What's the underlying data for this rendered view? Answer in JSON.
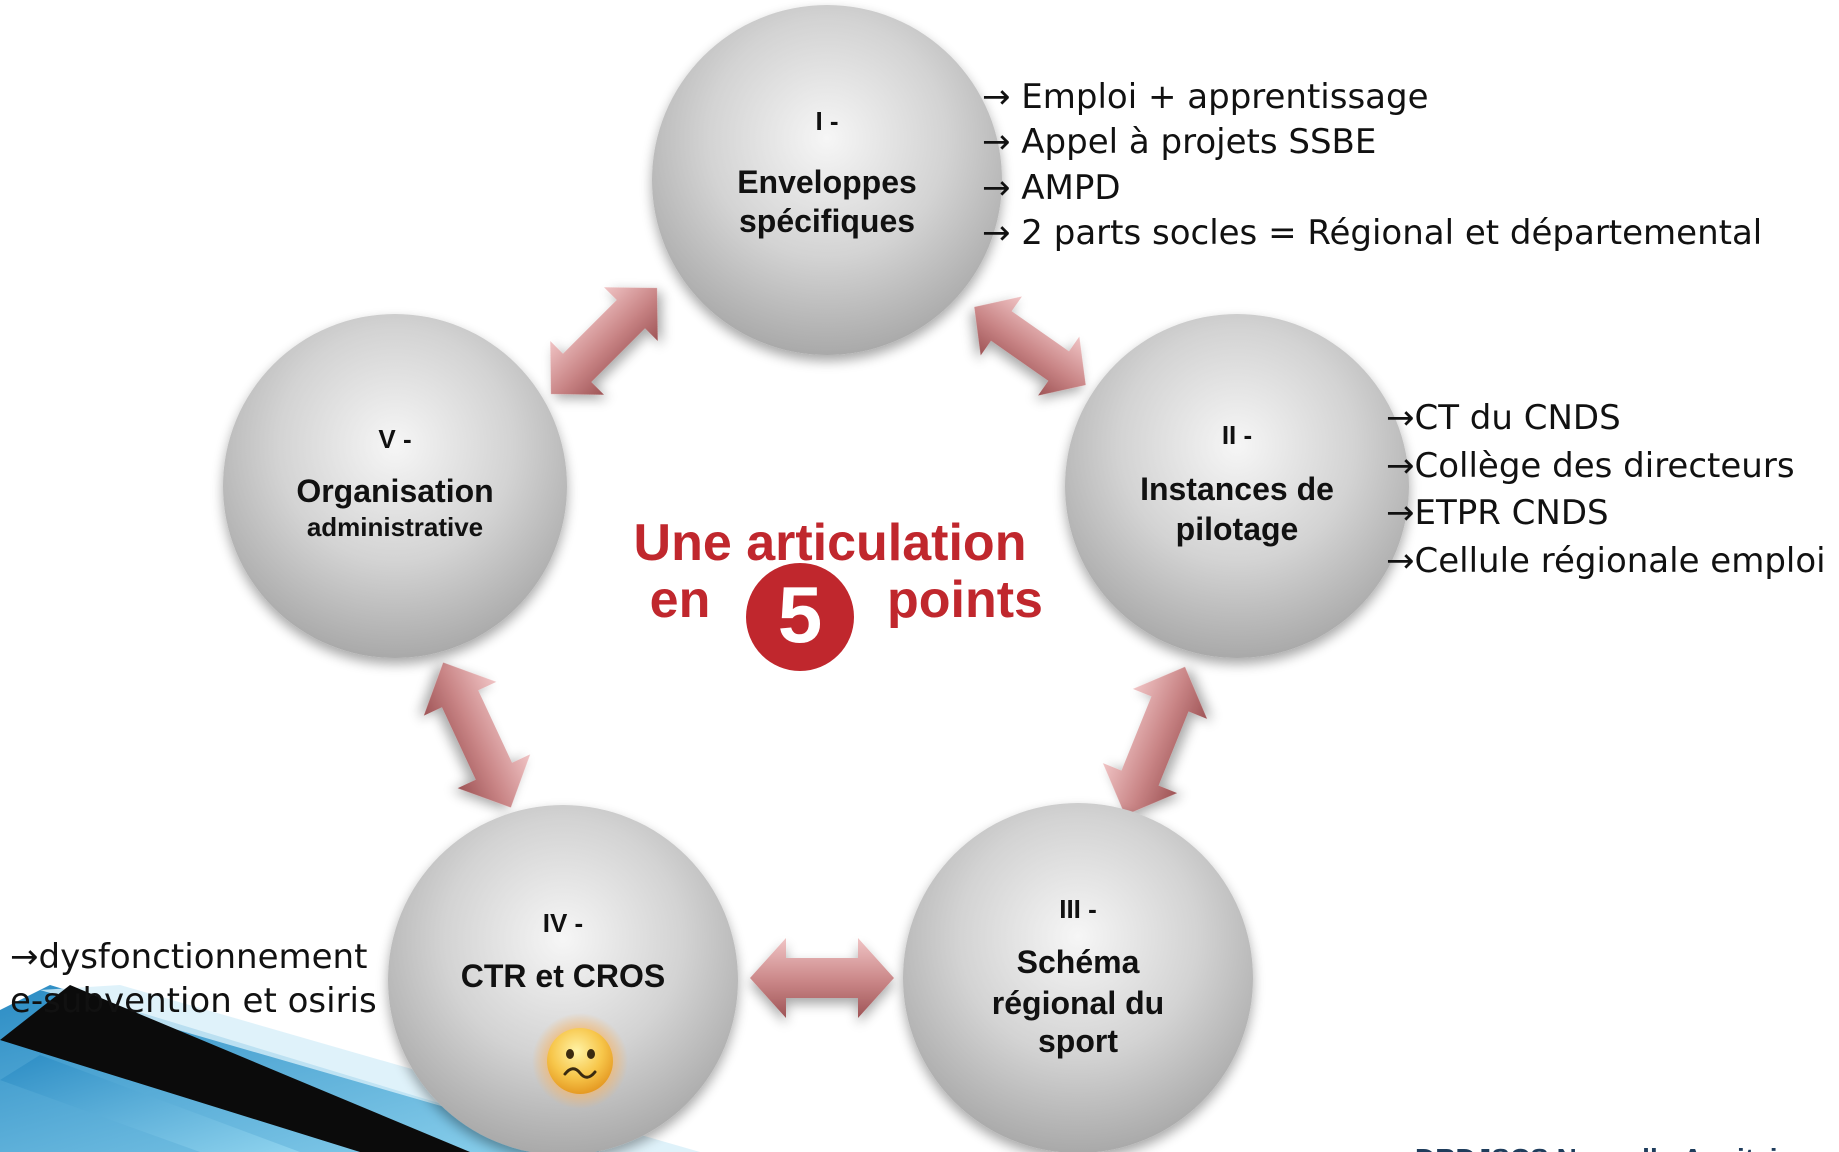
{
  "center": {
    "line1": "Une articulation",
    "line2_left": "en",
    "number": "5",
    "line2_right": "points"
  },
  "circles": [
    {
      "numeral": "I -",
      "lines": [
        "Enveloppes",
        "spécifiques"
      ]
    },
    {
      "numeral": "II -",
      "lines": [
        "Instances de",
        "pilotage"
      ]
    },
    {
      "numeral": "III -",
      "lines": [
        "Schéma",
        "régional du",
        "sport"
      ]
    },
    {
      "numeral": "IV -",
      "lines": [
        "CTR et CROS"
      ]
    },
    {
      "numeral": "V -",
      "lines": [
        "Organisation",
        "administrative"
      ]
    }
  ],
  "notes": {
    "enveloppes": [
      "→ Emploi + apprentissage",
      "→ Appel à projets SSBE",
      "→ AMPD",
      "→ 2 parts socles = Régional et départemental"
    ],
    "instances": [
      "→CT du CNDS",
      "→Collège des directeurs",
      "→ETPR CNDS",
      "→Cellule régionale emploi"
    ],
    "ctr": [
      "→dysfonctionnement",
      "e-subvention et osiris"
    ]
  },
  "icons": {
    "sad_face": "sad-face-emoji-icon"
  },
  "footer": "DRDJSCS Nouvelle-Aquitaine",
  "colors": {
    "accent_red": "#c0272d",
    "arrow": "#c47a7c",
    "circle": "#c8c8c8",
    "decor_blue": "#3fa9d6"
  }
}
